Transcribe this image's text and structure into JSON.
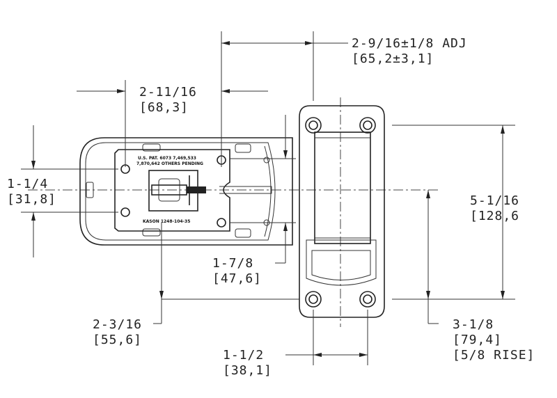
{
  "dimensions": {
    "adj": {
      "imperial": "2-9/16±1/8 ADJ",
      "metric": "[65,2±3,1]"
    },
    "top_width": {
      "imperial": "2-11/16",
      "metric": "[68,3]"
    },
    "left_height": {
      "imperial": "1-1/4",
      "metric": "[31,8]"
    },
    "overall_height": {
      "imperial": "5-1/16",
      "metric": "[128,6"
    },
    "body_height": {
      "imperial": "1-7/8",
      "metric": "[47,6]"
    },
    "lower_offset": {
      "imperial": "2-3/16",
      "metric": "[55,6]"
    },
    "rise": {
      "imperial": "3-1/8",
      "metric": "[79,4]",
      "note": "[5/8 RISE]"
    },
    "bottom_width": {
      "imperial": "1-1/2",
      "metric": "[38,1]"
    }
  },
  "part_markings": {
    "patent_line1": "U.S. PAT. 6073 7,469,533",
    "patent_line2": "7,870,642 OTHERS PENDING",
    "part_number": "KASON 1248-104-35"
  }
}
